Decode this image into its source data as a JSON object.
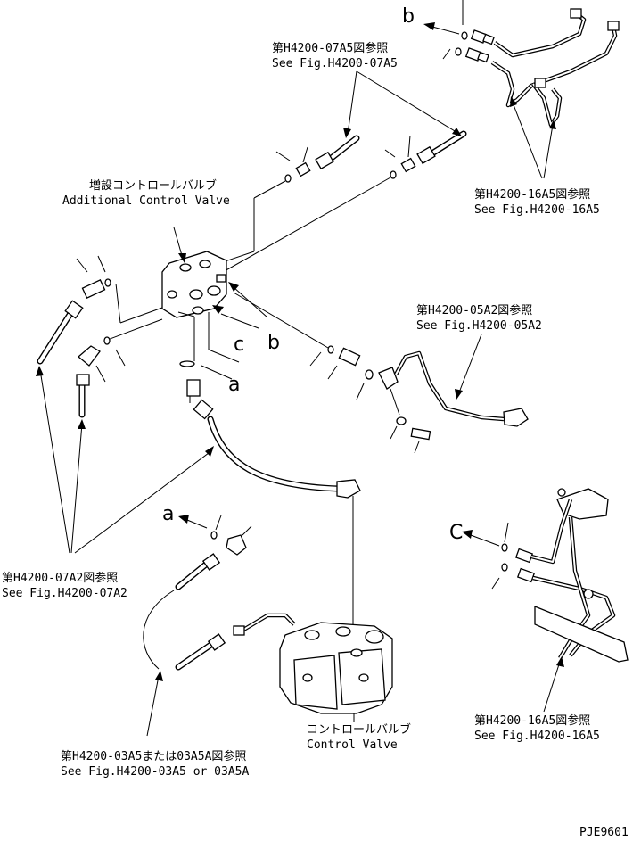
{
  "labels": {
    "fig_0705_jp": "第H4200-07A5図参照",
    "fig_0705_en": "See Fig.H4200-07A5",
    "fig_1605_top_jp": "第H4200-16A5図参照",
    "fig_1605_top_en": "See Fig.H4200-16A5",
    "add_valve_jp": "増設コントロールバルブ",
    "add_valve_en": "Additional Control Valve",
    "fig_0502_jp": "第H4200-05A2図参照",
    "fig_0502_en": "See Fig.H4200-05A2",
    "fig_0702_jp": "第H4200-07A2図参照",
    "fig_0702_en": "See Fig.H4200-07A2",
    "fig_0305_jp": "第H4200-03A5または03A5A図参照",
    "fig_0305_en": "See Fig.H4200-03A5 or 03A5A",
    "ctrl_valve_jp": "コントロールバルブ",
    "ctrl_valve_en": "Control Valve",
    "fig_1605_bot_jp": "第H4200-16A5図参照",
    "fig_1605_bot_en": "See Fig.H4200-16A5",
    "ref_b_top": "b",
    "ref_c_mid": "c",
    "ref_b_mid": "b",
    "ref_a_mid": "a",
    "ref_a_low": "a",
    "ref_c_right": "C",
    "code": "PJE9601"
  }
}
